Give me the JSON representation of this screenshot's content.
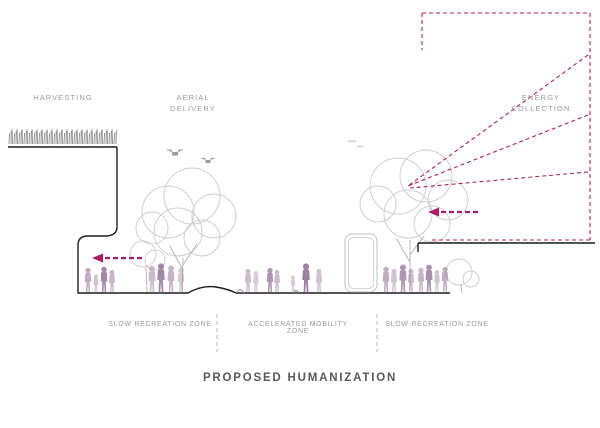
{
  "title": "PROPOSED HUMANIZATION",
  "annotations": {
    "harvesting": "HARVESTING",
    "aerial_delivery": "AERIAL\nDELIVERY",
    "energy_collection": "ENERGY\nCOLLECTION"
  },
  "zones": {
    "left": "SLOW RECREATION ZONE",
    "center": "ACCELERATED MOBILITY ZONE",
    "right": "SLOW RECREATION ZONE"
  },
  "colors": {
    "accent": "#aa1f63",
    "figure": "#8e6b90",
    "ink": "#1c1c1c",
    "muted": "#9b9b9b",
    "tree": "#cfcfcf",
    "title": "#595959"
  }
}
